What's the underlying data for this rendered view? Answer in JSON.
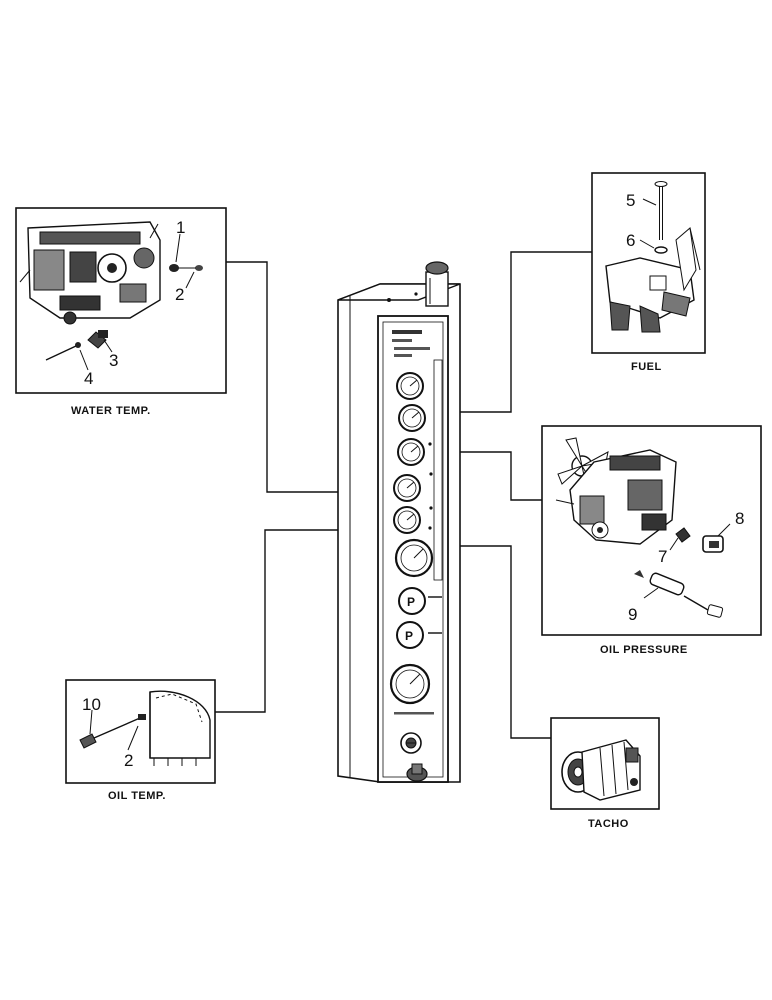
{
  "captions": {
    "water_temp": "WATER TEMP.",
    "fuel": "FUEL",
    "oil_pressure": "OIL PRESSURE",
    "oil_temp": "OIL TEMP.",
    "tacho": "TACHO"
  },
  "callouts": {
    "water_temp": [
      "1",
      "2",
      "3",
      "4"
    ],
    "fuel": [
      "5",
      "6"
    ],
    "oil_pressure": [
      "8",
      "7",
      "9"
    ],
    "oil_temp": [
      "10",
      "2"
    ]
  }
}
